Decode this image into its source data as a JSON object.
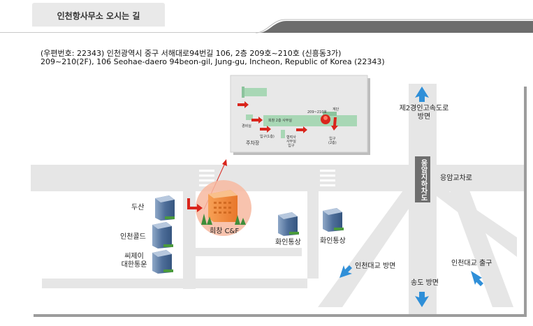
{
  "header": {
    "tab_title": "인천항사무소 오시는 길"
  },
  "address": {
    "line_ko": "(우편번호: 22343) 인천광역시 중구 서해대로94번길 106, 2층 209호~210호 (신흥동3가)",
    "line_en": "209~210(2F), 106 Seohae-daero 94beon-gil, Jung-gu, Incheon, Republic of Korea (22343)"
  },
  "map": {
    "buildings_left": [
      "두산",
      "인천콜드",
      "씨제이\n대한통운"
    ],
    "destination": "희창 C&F",
    "hwain1": "화인통상",
    "hwain2": "화인통상",
    "expressway": "제2경인고속도로\n방면",
    "overpass": "응암지하차도",
    "eungam_road": "응암교차로",
    "incheon_bridge_dir": "인천대교 방면",
    "songdo_dir": "송도 방면",
    "incheon_bridge_exit": "인천대교 출구",
    "inset": {
      "parking": "주차장",
      "guard": "경비실",
      "entrance_1f": "입구(1층)",
      "office_2f": "희창 2층 사무실",
      "room": "209~210호",
      "stairs": "계단",
      "hyupryuk": "협력사\n사무실\n입구",
      "entrance_2f": "입구\n(2층)"
    }
  },
  "colors": {
    "road": "#e6e6e6",
    "dark_road": "#6e6e6e",
    "building_blue": "#5878a3",
    "highlight": "#f7b9a0",
    "arrow_blue": "#2f8fd8",
    "arrow_red": "#d9251c",
    "inset_green": "#a8d7b5"
  }
}
